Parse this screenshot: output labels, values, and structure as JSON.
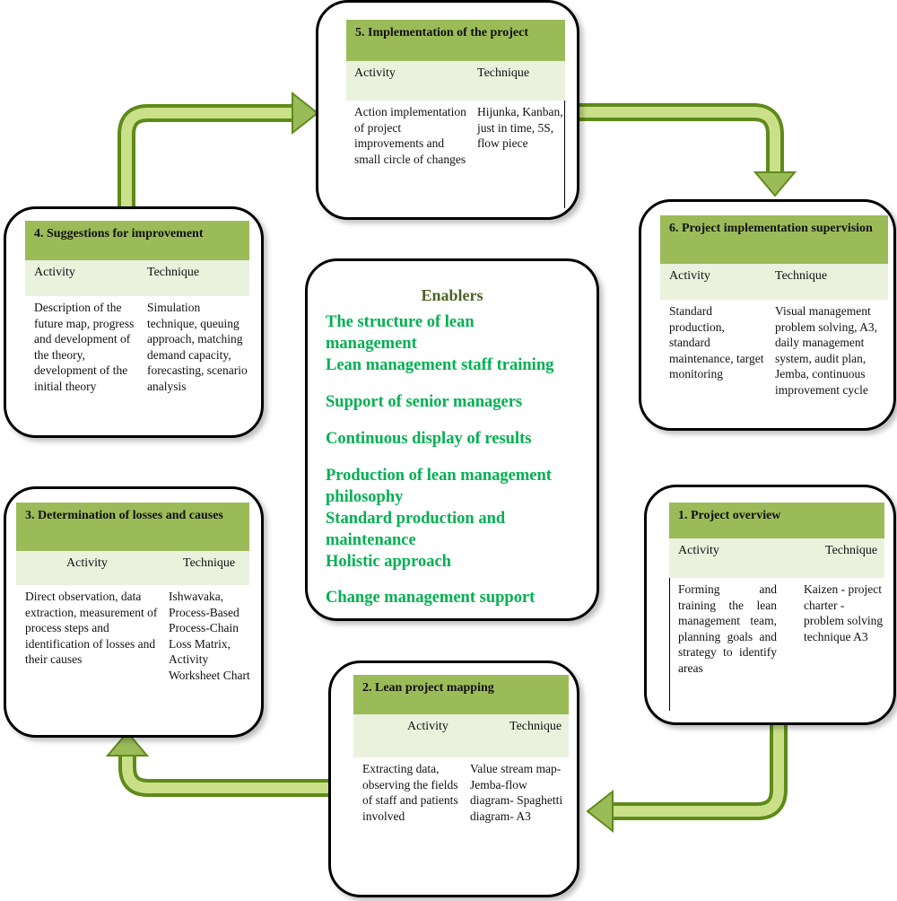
{
  "colors": {
    "title_fill": "#9bbb59",
    "header_fill": "#eaf1dd",
    "enabler_title": "#4f6228",
    "enabler_items": "#00b050",
    "arrow_light": "#d7ea9e",
    "arrow_dark": "#6e9a1f"
  },
  "stages": {
    "s5": {
      "title": "5. Implementation of the project",
      "activity_label": "Activity",
      "technique_label": "Technique",
      "activity": "Action implementation of project improvements and small circle of changes",
      "technique": "Hijunka, Kanban, just in time, 5S, flow piece"
    },
    "s6": {
      "title": "6. Project implementation supervision",
      "activity_label": "Activity",
      "technique_label": "Technique",
      "activity": "Standard production, standard maintenance, target monitoring",
      "technique": "Visual management problem solving, A3, daily management system, audit plan, Jemba, continuous improvement cycle"
    },
    "s4": {
      "title": "4. Suggestions for improvement",
      "activity_label": "Activity",
      "technique_label": "Technique",
      "activity": "Description of the future map, progress and development of the theory, development of the initial theory",
      "technique": "Simulation technique, queuing approach, matching demand capacity, forecasting, scenario analysis"
    },
    "s3": {
      "title": "3. Determination of losses and causes",
      "activity_label": "Activity",
      "technique_label": "Technique",
      "activity": "Direct observation, data extraction, measurement of process steps and identification of losses and their causes",
      "technique": "Ishwavaka, Process-Based Process-Chain Loss Matrix, Activity Worksheet Chart"
    },
    "s1": {
      "title": "1. Project overview",
      "activity_label": "Activity",
      "technique_label": "Technique",
      "activity": "Forming and training the lean management team, planning goals and strategy to identify areas",
      "technique": "Kaizen - project charter - problem solving technique A3"
    },
    "s2": {
      "title": "2. Lean project mapping",
      "activity_label": "Activity",
      "technique_label": "Technique",
      "activity": "Extracting data, observing the fields of staff and patients involved",
      "technique": "Value stream map-Jemba-flow diagram- Spaghetti diagram- A3"
    }
  },
  "enablers": {
    "title": "Enablers",
    "items": [
      "The structure of lean management",
      "Lean management staff training",
      "Support of senior managers",
      "Continuous display of results",
      "Production of lean management philosophy",
      "Standard production and maintenance",
      "Holistic approach",
      "Change management support"
    ]
  }
}
